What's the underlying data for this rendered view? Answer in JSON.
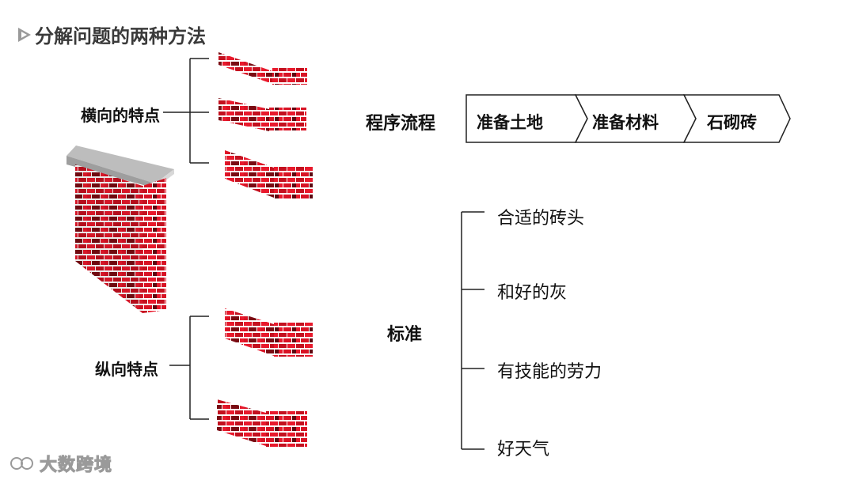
{
  "slide": {
    "title": "分解问题的两种方法"
  },
  "left": {
    "horizontal_label": "横向的特点",
    "vertical_label": "纵向特点"
  },
  "process": {
    "label": "程序流程",
    "steps": [
      "准备土地",
      "准备材料",
      "石砌砖"
    ]
  },
  "criteria": {
    "label": "标准",
    "items": [
      "合适的砖头",
      "和好的灰",
      "有技能的劳力",
      "好天气"
    ]
  },
  "watermark": {
    "text": "大数跨境"
  },
  "colors": {
    "brick_red": "#e8192c",
    "brick_dark": "#7a0a12",
    "mortar": "#ffffff",
    "cap_gray": "#bdbdbd",
    "line": "#222222"
  }
}
